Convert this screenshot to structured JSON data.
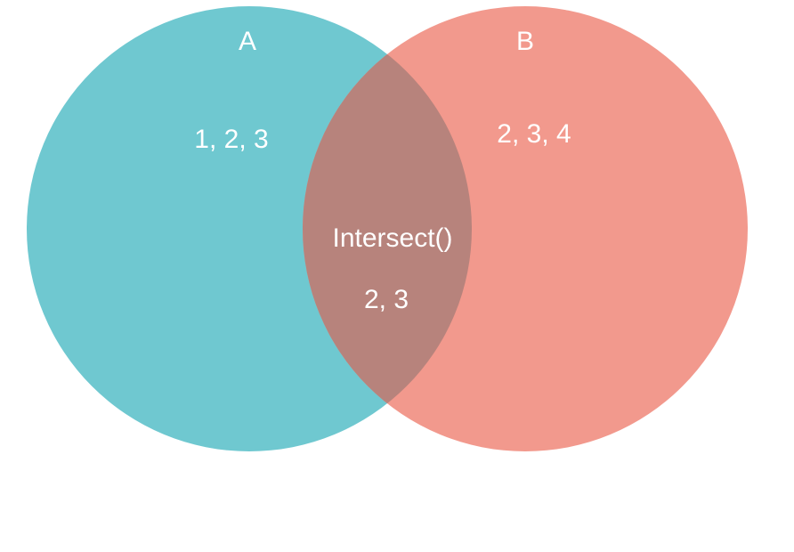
{
  "diagram": {
    "type": "venn",
    "background_color": "#ffffff",
    "text_color": "#ffffff",
    "set_a": {
      "label": "A",
      "items": "1, 2, 3",
      "color": "#6fc8d0"
    },
    "set_b": {
      "label": "B",
      "items": "2, 3, 4",
      "color": "#f2998d"
    },
    "intersection": {
      "label": "Intersect()",
      "items": "2, 3",
      "color": "#b7837c"
    }
  }
}
